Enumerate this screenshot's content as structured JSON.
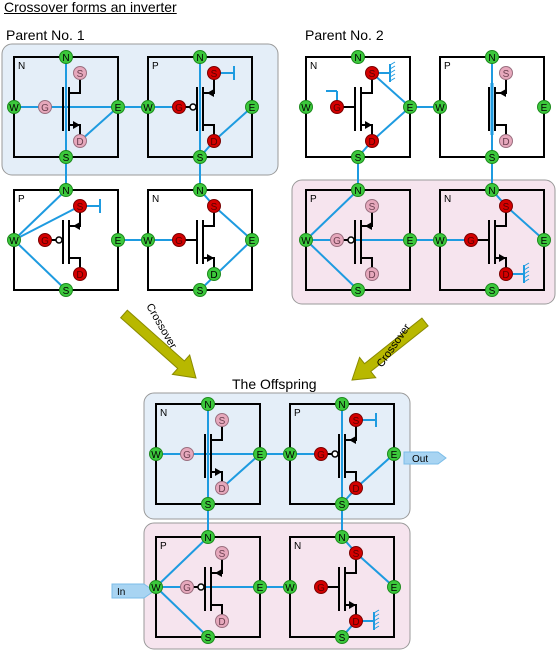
{
  "title": "Crossover forms an inverter",
  "parent1_label": "Parent No. 1",
  "parent2_label": "Parent No. 2",
  "offspring_label": "The Offspring",
  "arrow_label": "Crossover",
  "port_out": "Out",
  "port_in": "In",
  "cell_types": {
    "n": "N",
    "p": "P"
  },
  "terminals": {
    "north": "N",
    "south": "S",
    "west": "W",
    "east": "E",
    "source": "S",
    "gate": "G",
    "drain": "D"
  },
  "colors": {
    "node_green": "#3cc83c",
    "node_red": "#d40000",
    "node_pink": "#e6a8bc",
    "wire_blue": "#1e9be0",
    "panel_blue": "#e4eef8",
    "panel_pink": "#f6e4ee",
    "arrow_olive": "#b8b800"
  }
}
